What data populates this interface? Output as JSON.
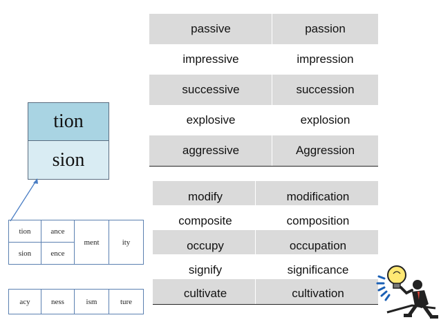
{
  "table_sive": {
    "rows": [
      {
        "left": "passive",
        "right": "passion",
        "shade": "gray"
      },
      {
        "left": "impressive",
        "right": "impression",
        "shade": "white"
      },
      {
        "left": "successive",
        "right": "succession",
        "shade": "gray"
      },
      {
        "left": "explosive",
        "right": "explosion",
        "shade": "white"
      },
      {
        "left": "aggressive",
        "right": "Aggression",
        "shade": "gray"
      }
    ]
  },
  "table_misc": {
    "rows": [
      {
        "left": "modify",
        "right": "modification",
        "shade": "gray"
      },
      {
        "left": "composite",
        "right": "composition",
        "shade": "white"
      },
      {
        "left": "occupy",
        "right": "occupation",
        "shade": "gray"
      },
      {
        "left": "signify",
        "right": "significance",
        "shade": "white"
      },
      {
        "left": "cultivate",
        "right": "cultivation",
        "shade": "gray"
      }
    ]
  },
  "suffix_box": {
    "top": "tion",
    "bottom": "sion"
  },
  "grid_one": {
    "tion": "tion",
    "ance": "ance",
    "sion": "sion",
    "ence": "ence",
    "ment": "ment",
    "ity": "ity"
  },
  "grid_two": {
    "cells": [
      "acy",
      "ness",
      "ism",
      "ture"
    ]
  },
  "colors": {
    "row_gray": "#dadada",
    "box_fill": "#a9d4e3",
    "box_fill_light": "#d9ecf3",
    "box_border": "#5a6c80"
  }
}
